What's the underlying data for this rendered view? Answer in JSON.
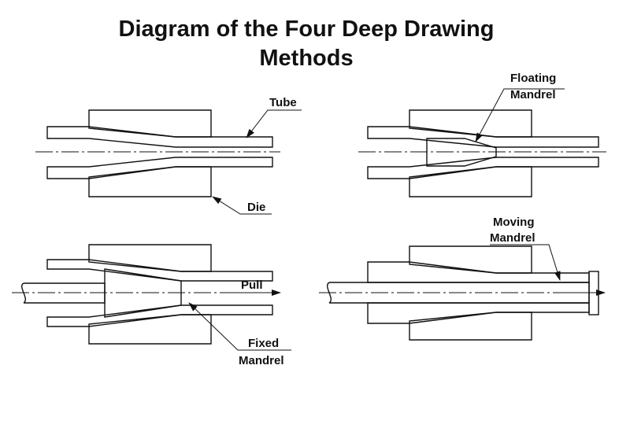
{
  "title": {
    "line1": "Diagram of the Four Deep Drawing",
    "line2": "Methods"
  },
  "labels": {
    "tube": "Tube",
    "die": "Die",
    "floating_line1": "Floating",
    "floating_line2": "Mandrel",
    "pull": "Pull",
    "fixed_line1": "Fixed",
    "fixed_line2": "Mandrel",
    "moving_line1": "Moving",
    "moving_line2": "Mandrel"
  }
}
